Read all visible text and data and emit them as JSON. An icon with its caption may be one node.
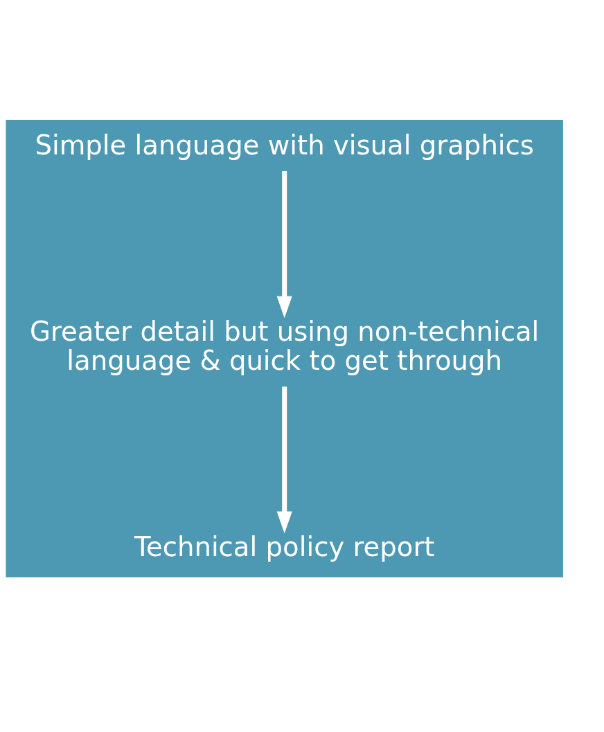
{
  "diagram": {
    "nodes": [
      {
        "text": [
          "Simple language with visual graphics"
        ]
      },
      {
        "text": [
          "Greater detail but using non-technical language & quick to get through"
        ]
      },
      {
        "text": [
          "Technical policy report"
        ]
      }
    ],
    "edges": [
      {
        "from": 0,
        "to": 1,
        "arrow": "to"
      },
      {
        "from": 1,
        "to": 2,
        "arrow": "to"
      }
    ]
  }
}
